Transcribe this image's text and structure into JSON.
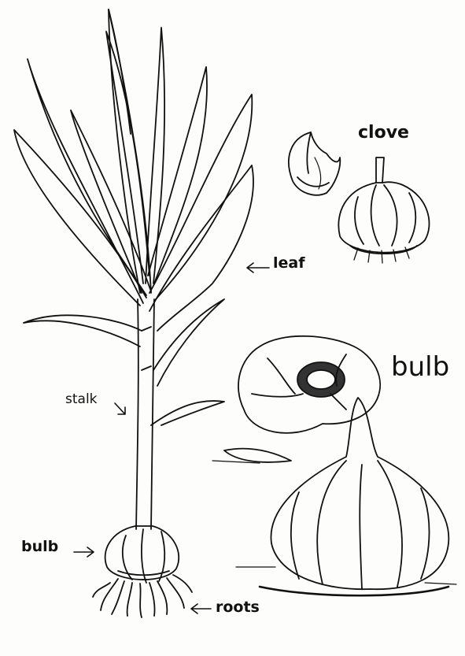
{
  "labels": {
    "clove": "clove",
    "leaf": "leaf",
    "bulb_large": "bulb",
    "stalk": "stalk",
    "bulb_small": "bulb",
    "roots": "roots"
  },
  "colors": {
    "ink": "#111111",
    "paper": "#fdfdfb"
  }
}
